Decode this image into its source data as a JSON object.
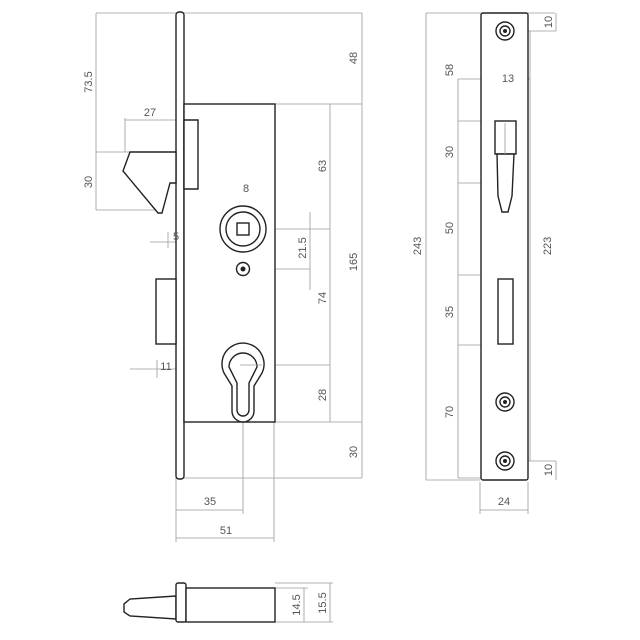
{
  "drawing": {
    "front_view": {
      "dims": {
        "hook_top": "73.5",
        "latch_offset": "27",
        "hook_height": "30",
        "spindle_square": "8",
        "hook_tip": "5",
        "face_top": "48",
        "spindle_to_top": "63",
        "spindle_to_pin": "21.5",
        "spindle_to_cylinder": "74",
        "body_height": "165",
        "bolt_protrusion": "11",
        "cylinder_to_bottom": "28",
        "face_bottom": "30",
        "backset": "35",
        "case_depth": "51"
      }
    },
    "side_view": {
      "dims": {
        "screw_top": "10",
        "latch_from_top": "58",
        "latch_width": "13",
        "latch_height": "30",
        "latch_to_bolt": "50",
        "overall_length": "243",
        "screw_spacing": "223",
        "bolt_height": "35",
        "bolt_to_screw": "70",
        "screw_bottom": "10",
        "faceplate_width": "24"
      }
    },
    "bottom_view": {
      "dims": {
        "inner_height": "14.5",
        "outer_height": "15.5"
      }
    }
  }
}
